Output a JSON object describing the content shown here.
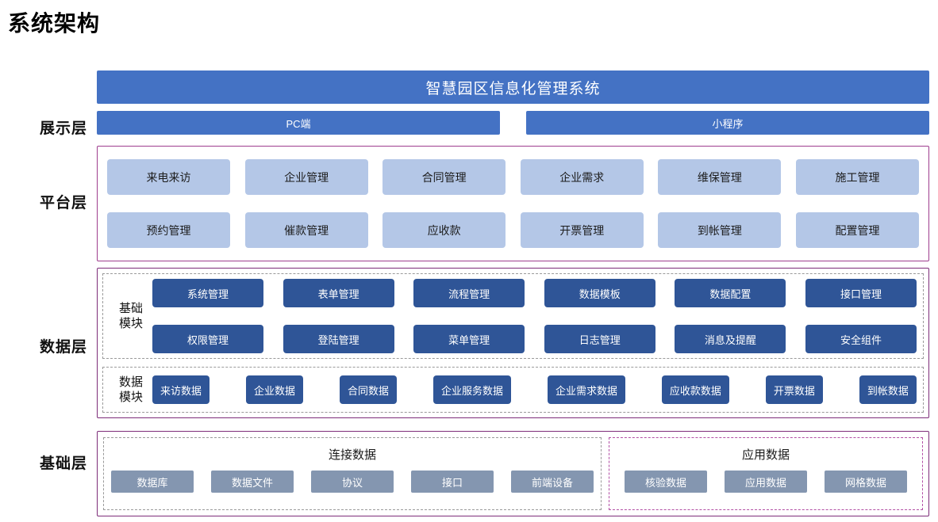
{
  "page_title": "系统架构",
  "colors": {
    "header_blue": "#4472C4",
    "platform_card": "#B4C7E7",
    "module_blue": "#2F5597",
    "base_chip_gray": "#8496B0",
    "purple_border": "#7D2C79",
    "magenta_border": "#B34FA5",
    "dashed_gray": "#9A9A9A"
  },
  "layers": [
    {
      "key": "display",
      "label": "展示层"
    },
    {
      "key": "platform",
      "label": "平台层"
    },
    {
      "key": "data",
      "label": "数据层"
    },
    {
      "key": "base",
      "label": "基础层"
    }
  ],
  "display_layer": {
    "system_title": "智慧园区信息化管理系统",
    "channels": [
      {
        "label": "PC端"
      },
      {
        "label": "小程序"
      }
    ]
  },
  "platform_layer": {
    "rows": [
      [
        {
          "label": "来电来访"
        },
        {
          "label": "企业管理"
        },
        {
          "label": "合同管理"
        },
        {
          "label": "企业需求"
        },
        {
          "label": "维保管理"
        },
        {
          "label": "施工管理"
        }
      ],
      [
        {
          "label": "预约管理"
        },
        {
          "label": "催款管理"
        },
        {
          "label": "应收款"
        },
        {
          "label": "开票管理"
        },
        {
          "label": "到帐管理"
        },
        {
          "label": "配置管理"
        }
      ]
    ]
  },
  "data_layer": {
    "basic_module": {
      "label": "基础\n模块",
      "label_line1": "基础",
      "label_line2": "模块",
      "rows": [
        [
          {
            "label": "系统管理"
          },
          {
            "label": "表单管理"
          },
          {
            "label": "流程管理"
          },
          {
            "label": "数据模板"
          },
          {
            "label": "数据配置"
          },
          {
            "label": "接口管理"
          }
        ],
        [
          {
            "label": "权限管理"
          },
          {
            "label": "登陆管理"
          },
          {
            "label": "菜单管理"
          },
          {
            "label": "日志管理"
          },
          {
            "label": "消息及提醒"
          },
          {
            "label": "安全组件"
          }
        ]
      ]
    },
    "data_module": {
      "label_line1": "数据",
      "label_line2": "模块",
      "items": [
        {
          "label": "来访数据"
        },
        {
          "label": "企业数据"
        },
        {
          "label": "合同数据"
        },
        {
          "label": "企业服务数据"
        },
        {
          "label": "企业需求数据"
        },
        {
          "label": "应收款数据"
        },
        {
          "label": "开票数据"
        },
        {
          "label": "到帐数据"
        }
      ]
    }
  },
  "base_layer": {
    "groups": [
      {
        "title": "连接数据",
        "items": [
          {
            "label": "数据库"
          },
          {
            "label": "数据文件"
          },
          {
            "label": "协议"
          },
          {
            "label": "接口"
          },
          {
            "label": "前端设备"
          }
        ]
      },
      {
        "title": "应用数据",
        "items": [
          {
            "label": "核验数据"
          },
          {
            "label": "应用数据"
          },
          {
            "label": "网格数据"
          }
        ]
      }
    ]
  }
}
